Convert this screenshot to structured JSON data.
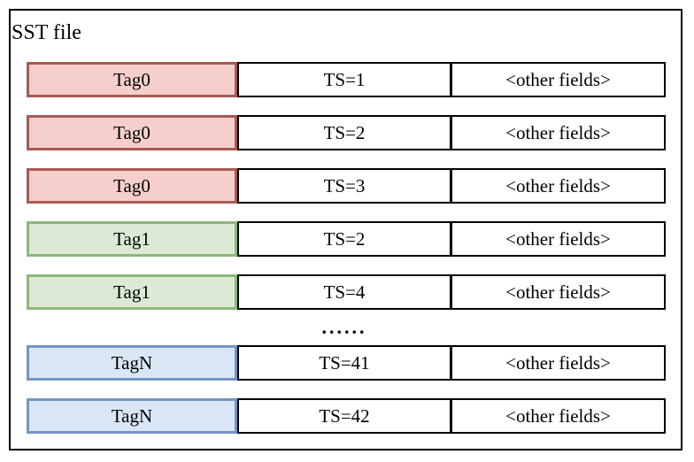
{
  "diagram": {
    "title": "SST file",
    "ellipsis": "......",
    "colors": {
      "red": {
        "fill": "#f6cfcc",
        "border": "#a85a52"
      },
      "green": {
        "fill": "#dcead5",
        "border": "#8bb97a"
      },
      "blue": {
        "fill": "#dae6f5",
        "border": "#7395c7"
      }
    },
    "outer_border_color": "#000000",
    "cell_border_color": "#000000",
    "rows": [
      {
        "tag": "Tag0",
        "ts": "TS=1",
        "other": "<other fields>",
        "color": "red"
      },
      {
        "tag": "Tag0",
        "ts": "TS=2",
        "other": "<other fields>",
        "color": "red"
      },
      {
        "tag": "Tag0",
        "ts": "TS=3",
        "other": "<other fields>",
        "color": "red"
      },
      {
        "tag": "Tag1",
        "ts": "TS=2",
        "other": "<other fields>",
        "color": "green"
      },
      {
        "tag": "Tag1",
        "ts": "TS=4",
        "other": "<other fields>",
        "color": "green"
      },
      {
        "tag": "TagN",
        "ts": "TS=41",
        "other": "<other fields>",
        "color": "blue"
      },
      {
        "tag": "TagN",
        "ts": "TS=42",
        "other": "<other fields>",
        "color": "blue"
      }
    ]
  }
}
